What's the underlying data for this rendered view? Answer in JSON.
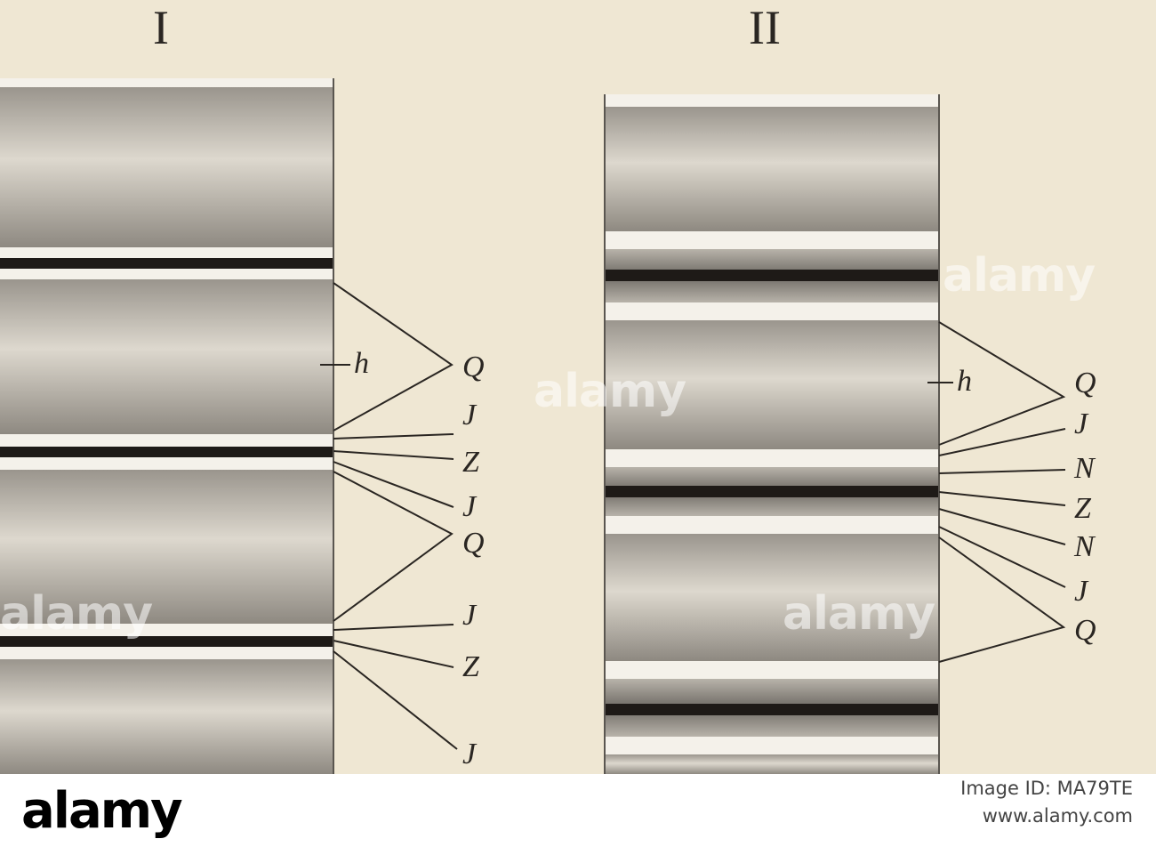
{
  "figure": {
    "panel_labels": [
      "I",
      "II"
    ],
    "panel_i_labels": [
      "Q",
      "J",
      "Z",
      "J",
      "Q",
      "J",
      "Z",
      "J"
    ],
    "panel_ii_labels": [
      "Q",
      "J",
      "N",
      "Z",
      "N",
      "J",
      "Q"
    ],
    "h_label_i": "h",
    "h_label_ii": "h"
  },
  "watermark": {
    "text": "alamy"
  },
  "footer": {
    "logo": "alamy",
    "image_id": "Image ID: MA79TE",
    "url": "www.alamy.com"
  }
}
